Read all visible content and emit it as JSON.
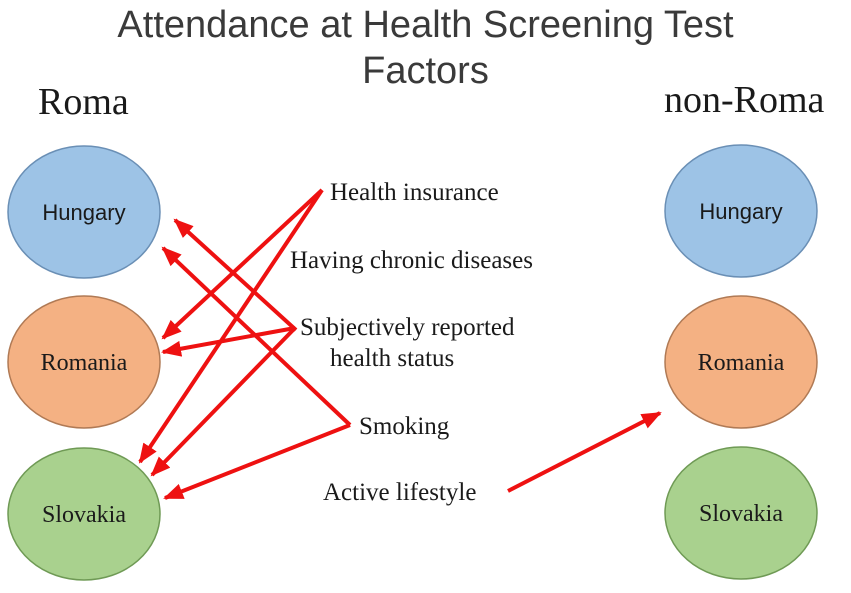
{
  "title_line1": "Attendance at Health Screening Test",
  "title_line2": "Factors",
  "groups": {
    "left": "Roma",
    "right": "non-Roma"
  },
  "nodes": {
    "left": [
      "Hungary",
      "Romania",
      "Slovakia"
    ],
    "right": [
      "Hungary",
      "Romania",
      "Slovakia"
    ]
  },
  "factors": {
    "health_insurance": "Health insurance",
    "chronic": "Having chronic diseases",
    "subjective_line1": "Subjectively reported",
    "subjective_line2": "health status",
    "smoking": "Smoking",
    "active": "Active lifestyle"
  },
  "colors": {
    "hungary": "#9dc3e6",
    "romania": "#f4b183",
    "slovakia": "#a9d18e",
    "arrow": "#ee1111"
  }
}
